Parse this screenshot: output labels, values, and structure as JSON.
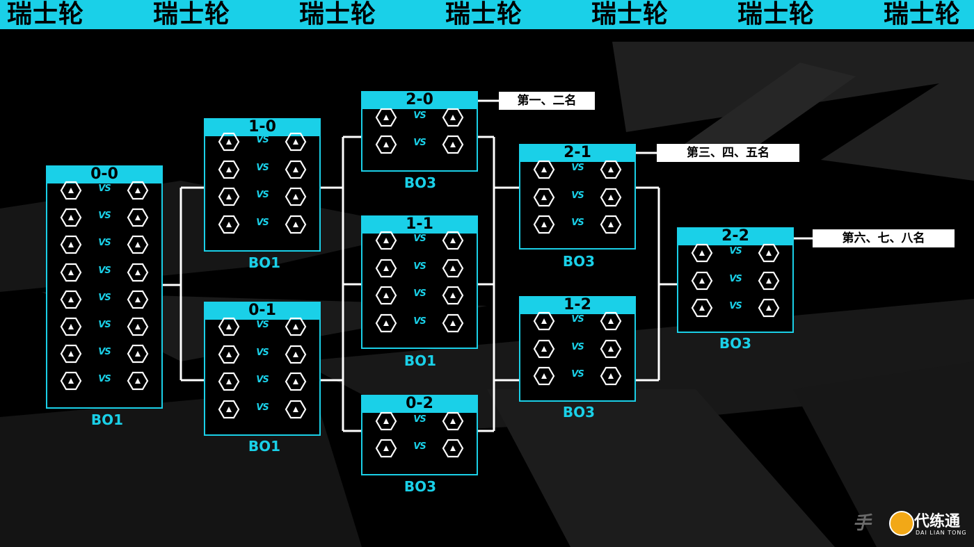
{
  "banner": {
    "words": [
      "瑞士轮",
      "瑞士轮",
      "瑞士轮",
      "瑞士轮",
      "瑞士轮",
      "瑞士轮",
      "瑞士轮"
    ]
  },
  "vs_label": "VS",
  "groups": [
    {
      "id": "0-0",
      "record": "0-0",
      "matches": 8,
      "format": "BO1"
    },
    {
      "id": "1-0",
      "record": "1-0",
      "matches": 4,
      "format": "BO1"
    },
    {
      "id": "0-1",
      "record": "0-1",
      "matches": 4,
      "format": "BO1"
    },
    {
      "id": "2-0",
      "record": "2-0",
      "matches": 2,
      "format": "BO3",
      "rank": "第一、二名"
    },
    {
      "id": "1-1",
      "record": "1-1",
      "matches": 4,
      "format": "BO1"
    },
    {
      "id": "0-2",
      "record": "0-2",
      "matches": 2,
      "format": "BO3"
    },
    {
      "id": "2-1",
      "record": "2-1",
      "matches": 3,
      "format": "BO3",
      "rank": "第三、四、五名"
    },
    {
      "id": "1-2",
      "record": "1-2",
      "matches": 3,
      "format": "BO3"
    },
    {
      "id": "2-2",
      "record": "2-2",
      "matches": 3,
      "format": "BO3",
      "rank": "第六、七、八名"
    }
  ],
  "watermark": {
    "left_text": "手",
    "brand": "代练通",
    "brand_sub": "DAI LIAN TONG"
  },
  "colors": {
    "accent": "#1ad0e8",
    "background": "#000000",
    "line": "#ffffff"
  }
}
